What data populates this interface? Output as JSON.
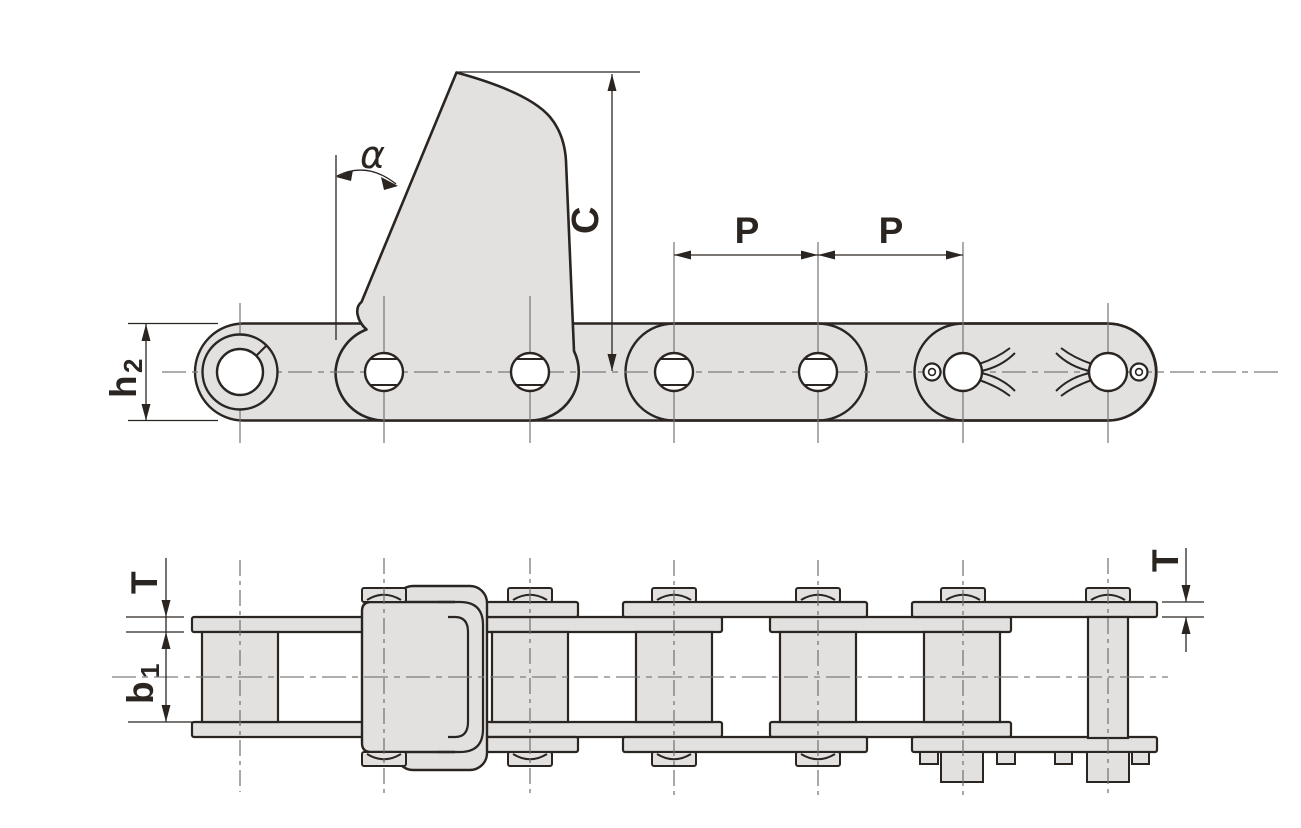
{
  "drawing": {
    "title": "roller-chain-with-scraper-attachment-technical-drawing",
    "colors": {
      "background": "#ffffff",
      "part_fill": "#e2e1df",
      "outline": "#2b2522",
      "dimension_line": "#2b2522",
      "centerline": "#7d7d7d"
    },
    "side_view": {
      "dimensions": {
        "angle_label": "α",
        "attachment_height_label": "C",
        "pitch_label_1": "P",
        "pitch_label_2": "P",
        "plate_height_label": "h",
        "plate_height_sub": "2"
      }
    },
    "plan_view": {
      "dimensions": {
        "thickness_label_left": "T",
        "thickness_label_right": "T",
        "inner_width_label": "b",
        "inner_width_sub": "1"
      }
    }
  }
}
